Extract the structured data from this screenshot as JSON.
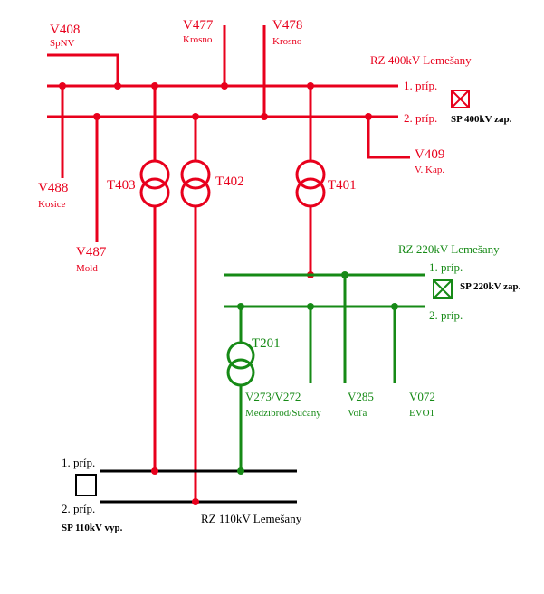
{
  "colors": {
    "red": "#e8001c",
    "green": "#168a16",
    "black": "#000000"
  },
  "rz400": {
    "title": "RZ 400kV Lemešany",
    "bus1": "1. príp.",
    "bus2": "2. príp.",
    "sp_label": "SP 400kV zap.",
    "sp_icon": "closed-switch-x"
  },
  "rz220": {
    "title": "RZ 220kV Lemešany",
    "bus1": "1. príp.",
    "bus2": "2. príp.",
    "sp_label": "SP 220kV zap.",
    "sp_icon": "closed-switch-x"
  },
  "rz110": {
    "title": "RZ 110kV Lemešany",
    "bus1": "1. príp.",
    "bus2": "2. príp.",
    "sp_label": "SP 110kV vyp.",
    "sp_icon": "open-switch-box"
  },
  "lines400": {
    "v408": {
      "code": "V408",
      "dest": "SpNV"
    },
    "v477": {
      "code": "V477",
      "dest": "Krosno"
    },
    "v478": {
      "code": "V478",
      "dest": "Krosno"
    },
    "v488": {
      "code": "V488",
      "dest": "Kosice"
    },
    "v487": {
      "code": "V487",
      "dest": "Mold"
    },
    "v409": {
      "code": "V409",
      "dest": "V. Kap."
    }
  },
  "lines220": {
    "v273": {
      "code": "V273/V272",
      "dest": "Medzibrod/Sučany"
    },
    "v285": {
      "code": "V285",
      "dest": "Voľa"
    },
    "v072": {
      "code": "V072",
      "dest": "EVO1"
    }
  },
  "transformers": {
    "t403": "T403",
    "t402": "T402",
    "t401": "T401",
    "t201": "T201"
  }
}
